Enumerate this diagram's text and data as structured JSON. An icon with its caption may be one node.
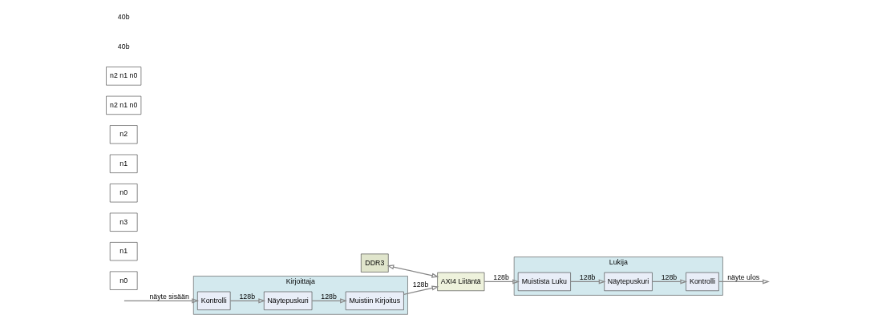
{
  "diagram": {
    "nodes": [
      {
        "text": [
          "Kirjoittaja"
        ]
      },
      {
        "text": [
          "Kontrolli"
        ],
        "in": 0
      },
      {
        "text": [
          "Näytepuskuri"
        ],
        "in": 0
      },
      {
        "text": [
          "Muistiin Kirjoitus"
        ],
        "in": 0
      },
      {
        "text": [
          "DDR3"
        ]
      },
      {
        "text": [
          "AXI4 Liitäntä"
        ]
      },
      {
        "text": [
          "Lukija"
        ]
      },
      {
        "text": [
          "Kontrolli"
        ],
        "in": 6
      },
      {
        "text": [
          "Näytepuskuri"
        ],
        "in": 6
      },
      {
        "text": [
          "Muistista Luku"
        ],
        "in": 6
      },
      {
        "text": [
          "n0"
        ]
      },
      {
        "text": [
          "n1"
        ]
      },
      {
        "text": [
          "n3"
        ]
      },
      {
        "text": [
          "n0"
        ]
      },
      {
        "text": [
          "n1"
        ]
      },
      {
        "text": [
          "n2"
        ]
      },
      {
        "text": [
          "n2 n1 n0"
        ]
      },
      {
        "text": [
          "n2 n1 n0"
        ]
      }
    ],
    "edges": [
      {
        "from": null,
        "to": 1,
        "arrow": "to",
        "label": "näyte sisään"
      },
      {
        "from": 1,
        "to": 2,
        "arrow": "to",
        "label": "128b"
      },
      {
        "from": 2,
        "to": 3,
        "arrow": "to",
        "label": "128b"
      },
      {
        "from": 3,
        "to": 5,
        "arrow": "to",
        "label": "128b"
      },
      {
        "from": 4,
        "to": 5,
        "arrow": "both"
      },
      {
        "from": 5,
        "to": 9,
        "arrow": "to",
        "label": "128b"
      },
      {
        "from": 9,
        "to": 8,
        "arrow": "to",
        "label": "128b"
      },
      {
        "from": 8,
        "to": 7,
        "arrow": "to",
        "label": "128b"
      },
      {
        "from": 7,
        "to": null,
        "arrow": "to",
        "label": "näyte ulos"
      }
    ],
    "labels": [
      "40b",
      "40b"
    ]
  }
}
